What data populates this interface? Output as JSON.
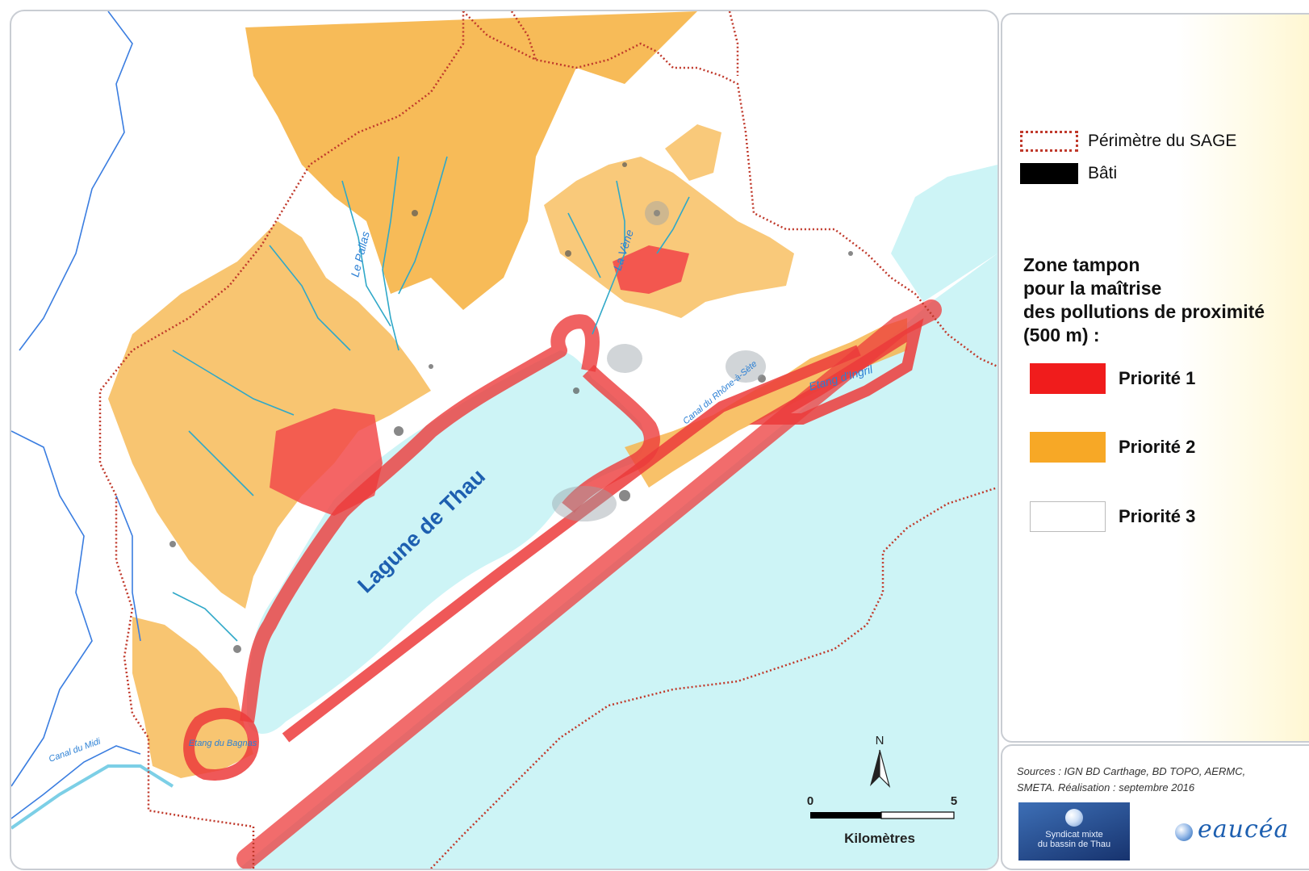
{
  "map": {
    "lagoon_label": "Lagune de Thau",
    "rivers": [
      {
        "name": "Le Pallas"
      },
      {
        "name": "La Vène"
      },
      {
        "name": "Canal du Rhône-à-Sète"
      },
      {
        "name": "Etang d'Ingril"
      },
      {
        "name": "Canal du Midi"
      },
      {
        "name": "Etang du Bagnas"
      }
    ],
    "north_label": "N",
    "scale": {
      "start": "0",
      "end": "5",
      "unit": "Kilomètres"
    },
    "colors": {
      "water": "#cdf4f6",
      "priority1": "#f24a4a",
      "priority2": "#f7b54a",
      "priority3": "#ffffff",
      "perimeter": "#c0392b",
      "river": "#3a7de0"
    }
  },
  "legend": {
    "perimeter": "Périmètre du SAGE",
    "bati": "Bâti",
    "title_lines": [
      "Zone tampon",
      "pour la maîtrise",
      "des pollutions de proximité",
      "(500 m) :"
    ],
    "priorities": [
      {
        "label": "Priorité 1",
        "color": "#f01c1c"
      },
      {
        "label": "Priorité 2",
        "color": "#f7a826"
      },
      {
        "label": "Priorité 3",
        "color": "#ffffff"
      }
    ]
  },
  "sources": {
    "line1": "Sources : IGN BD Carthage, BD TOPO, AERMC,",
    "line2": "SMETA. Réalisation : septembre 2016",
    "logo_smbt_line1": "Syndicat mixte",
    "logo_smbt_line2": "du bassin de Thau",
    "logo_eaucea": "eaucéa"
  }
}
